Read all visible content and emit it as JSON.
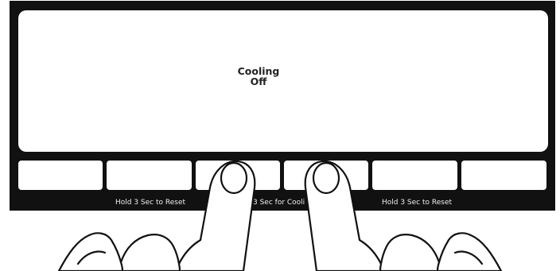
{
  "display": {
    "line1": "Cooling",
    "line2": "Off"
  },
  "keys": [
    {
      "label": ""
    },
    {
      "label": "Hold 3 Sec to Reset"
    },
    {
      "label": ""
    },
    {
      "label": ""
    },
    {
      "label": "Hold 3 Sec to Reset"
    },
    {
      "label": ""
    }
  ],
  "center_label": "3 Sec for Cooli",
  "colors": {
    "panel": "#111111",
    "screen": "#ffffff",
    "label_text": "#eeeeee"
  }
}
